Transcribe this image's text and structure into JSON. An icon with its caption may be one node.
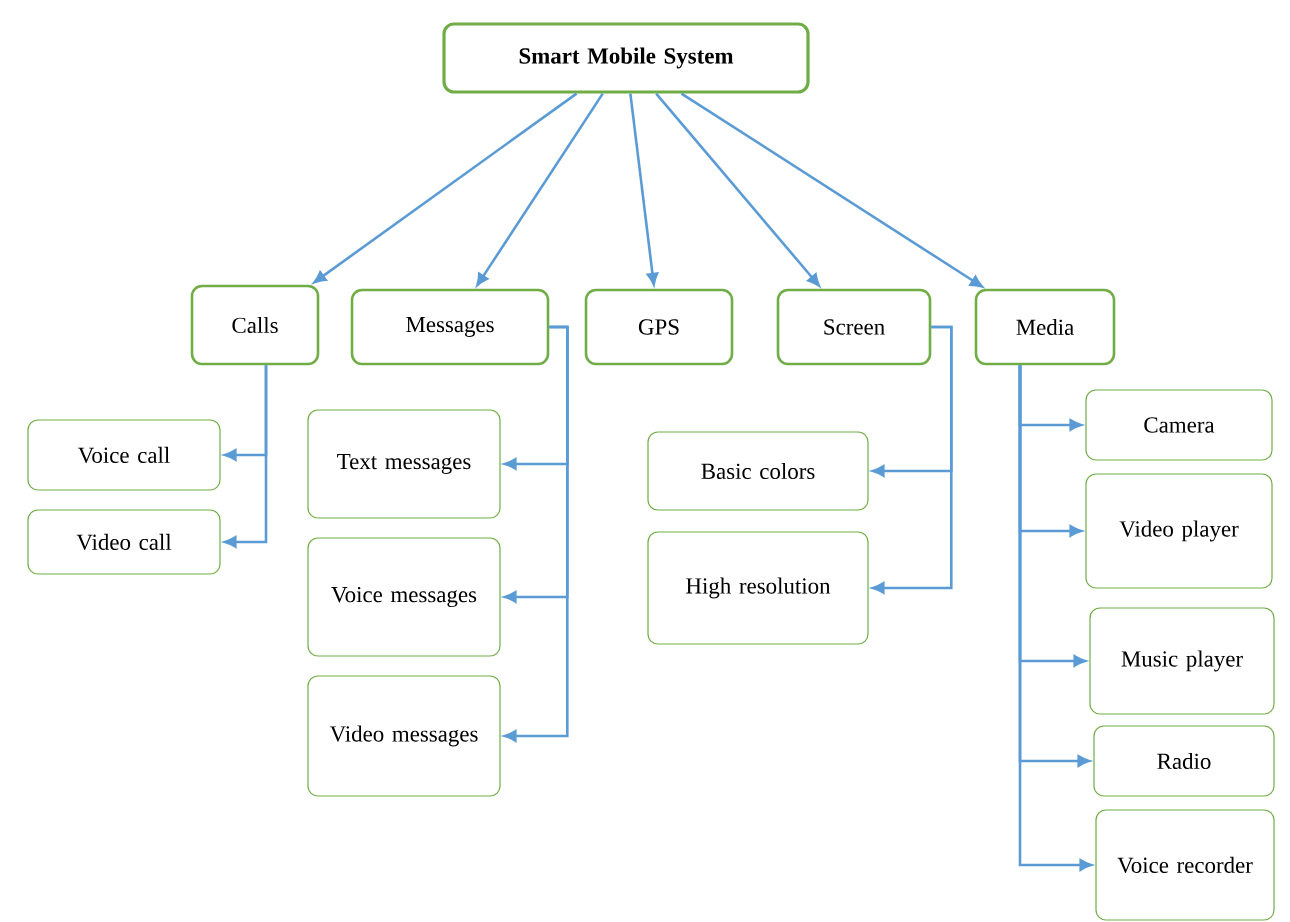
{
  "diagram": {
    "nodes": [
      {
        "text": [
          "Smart Mobile System"
        ]
      },
      {
        "text": [
          "Calls"
        ]
      },
      {
        "text": [
          "Messages"
        ]
      },
      {
        "text": [
          "GPS"
        ]
      },
      {
        "text": [
          "Screen"
        ]
      },
      {
        "text": [
          "Media"
        ]
      },
      {
        "text": [
          "Voice call"
        ]
      },
      {
        "text": [
          "Video call"
        ]
      },
      {
        "text": [
          "Text messages"
        ]
      },
      {
        "text": [
          "Voice messages"
        ]
      },
      {
        "text": [
          "Video messages"
        ]
      },
      {
        "text": [
          "Basic colors"
        ]
      },
      {
        "text": [
          "High resolution"
        ]
      },
      {
        "text": [
          "Camera"
        ]
      },
      {
        "text": [
          "Video player"
        ]
      },
      {
        "text": [
          "Music player"
        ]
      },
      {
        "text": [
          "Radio"
        ]
      },
      {
        "text": [
          "Voice recorder"
        ]
      }
    ],
    "edges": [
      {
        "from": 0,
        "to": 1,
        "arrow": "to"
      },
      {
        "from": 0,
        "to": 2,
        "arrow": "to"
      },
      {
        "from": 0,
        "to": 3,
        "arrow": "to"
      },
      {
        "from": 0,
        "to": 4,
        "arrow": "to"
      },
      {
        "from": 0,
        "to": 5,
        "arrow": "to"
      },
      {
        "from": 1,
        "to": 6,
        "arrow": "to"
      },
      {
        "from": 1,
        "to": 7,
        "arrow": "to"
      },
      {
        "from": 2,
        "to": 8,
        "arrow": "to"
      },
      {
        "from": 2,
        "to": 9,
        "arrow": "to"
      },
      {
        "from": 2,
        "to": 10,
        "arrow": "to"
      },
      {
        "from": 4,
        "to": 11,
        "arrow": "to"
      },
      {
        "from": 4,
        "to": 12,
        "arrow": "to"
      },
      {
        "from": 5,
        "to": 13,
        "arrow": "to"
      },
      {
        "from": 5,
        "to": 14,
        "arrow": "to"
      },
      {
        "from": 5,
        "to": 15,
        "arrow": "to"
      },
      {
        "from": 5,
        "to": 16,
        "arrow": "to"
      },
      {
        "from": 5,
        "to": 17,
        "arrow": "to"
      }
    ]
  }
}
